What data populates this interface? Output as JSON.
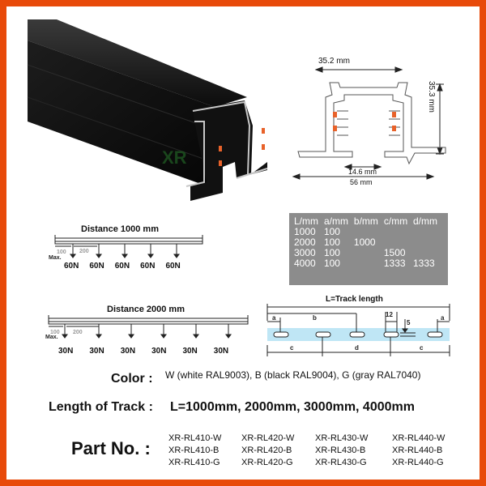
{
  "colors": {
    "border": "#e84a0a",
    "table_bg": "#8c8c8c",
    "track_slot_fill": "#bfe6f5",
    "connector_orange": "#e8622a"
  },
  "product_photo": {
    "watermark": "XR",
    "alt": "black 4-wire lighting track rail profile"
  },
  "cross_section": {
    "top_width": "35.2 mm",
    "height": "35.3 mm",
    "opening_width": "14.6 mm",
    "total_width": "56 mm"
  },
  "spec_table": {
    "headers": [
      "L/mm",
      "a/mm",
      "b/mm",
      "c/mm",
      "d/mm"
    ],
    "rows": [
      [
        "1000",
        "100",
        "",
        "",
        ""
      ],
      [
        "2000",
        "100",
        "1000",
        "",
        ""
      ],
      [
        "3000",
        "100",
        "",
        "1500",
        ""
      ],
      [
        "4000",
        "100",
        "",
        "1333",
        "1333"
      ]
    ]
  },
  "load_1000": {
    "title": "Distance 1000 mm",
    "offset_label": "100",
    "spacing_label": "200",
    "max_label": "Max.",
    "loads": [
      "60N",
      "60N",
      "60N",
      "60N",
      "60N"
    ]
  },
  "load_2000": {
    "title": "Distance 2000 mm",
    "offset_label": "100",
    "spacing_label": "200",
    "max_label": "Max.",
    "loads": [
      "30N",
      "30N",
      "30N",
      "30N",
      "30N",
      "30N"
    ]
  },
  "track_length_diagram": {
    "title": "L=Track length",
    "labels": {
      "a": "a",
      "b": "b",
      "c": "c",
      "d": "d",
      "slot_len": "12",
      "slot_w": "5"
    }
  },
  "specs": {
    "color_label": "Color :",
    "color_value": "W (white RAL9003), B (black RAL9004), G (gray RAL7040)",
    "length_label": "Length of Track :",
    "length_value": "L=1000mm, 2000mm, 3000mm, 4000mm",
    "part_label": "Part No. :",
    "part_numbers": [
      [
        "XR-RL410-W",
        "XR-RL410-B",
        "XR-RL410-G"
      ],
      [
        "XR-RL420-W",
        "XR-RL420-B",
        "XR-RL420-G"
      ],
      [
        "XR-RL430-W",
        "XR-RL430-B",
        "XR-RL430-G"
      ],
      [
        "XR-RL440-W",
        "XR-RL440-B",
        "XR-RL440-G"
      ]
    ]
  }
}
